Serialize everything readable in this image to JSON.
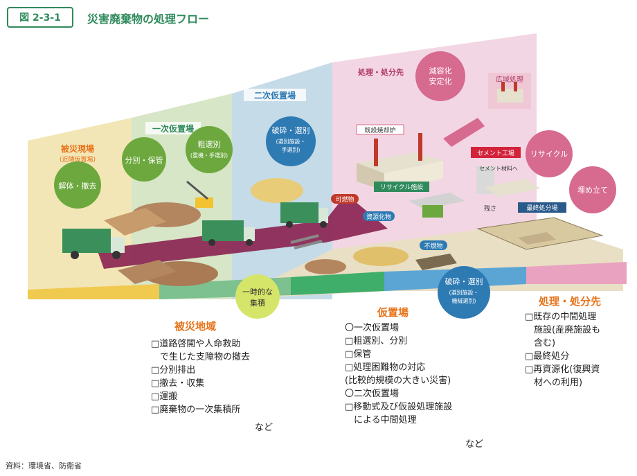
{
  "figure": {
    "badge": "図 2-3-1",
    "title": "災害廃棄物の処理フロー",
    "source": "資料：環境省、防衛省"
  },
  "panels": {
    "disaster_site": {
      "label": "被災現場",
      "sub": "(近隣仮置場)"
    },
    "primary_yard": {
      "label": "一次仮置場"
    },
    "secondary_yard": {
      "label": "二次仮置場"
    },
    "disposal_panel": {
      "label": "処理・処分先"
    }
  },
  "bubbles": {
    "demolition": "解体・撤去",
    "sorting_storage": "分別・保管",
    "rough_sort": "粗選別",
    "rough_sort_sub": "(重機・手選別)",
    "crush_sort": "破砕・選別",
    "crush_sort_sub1": "(選別施設・",
    "crush_sort_sub2": "手選別)",
    "temp_collection_1": "一時的な",
    "temp_collection_2": "集積",
    "reduce_stabilize_1": "減容化",
    "reduce_stabilize_2": "安定化",
    "recycle": "リサイクル",
    "landfill": "埋め立て",
    "crush_sort_bottom": "破砕・選別",
    "crush_sort_bottom_sub1": "(選別施設・",
    "crush_sort_bottom_sub2": "機械選別)"
  },
  "tags": {
    "existing_incinerator": "既設焼却炉",
    "regional_processing": "広域処理",
    "cement_plant": "セメント工場",
    "cement_material": "セメント材料へ",
    "recycle_facility": "リサイクル施設",
    "combustibles": "可燃物",
    "resources": "資源化物",
    "incombustibles": "不燃物",
    "residue": "残さ",
    "final_disposal": "最終処分場"
  },
  "sections": {
    "disaster_area": {
      "title": "被災地域",
      "items": [
        "□道路啓開や人命救助",
        "　で生じた支障物の撤去",
        "□分別排出",
        "□撤去・収集",
        "□運搬",
        "□廃棄物の一次集積所"
      ],
      "nado": "など"
    },
    "temp_yard": {
      "title": "仮置場",
      "items": [
        "〇一次仮置場",
        "□粗選別、分別",
        "□保管",
        "□処理困難物の対応",
        "(比較的規模の大きい災害)",
        "〇二次仮置場",
        "□移動式及び仮設処理施設",
        "　による中間処理"
      ],
      "nado": "など"
    },
    "disposal": {
      "title": "処理・処分先",
      "items": [
        "□既存の中間処理",
        "　施設(産廃施設も",
        "　含む)",
        "□最終処分",
        "□再資源化(復興資",
        "　材への利用)"
      ]
    }
  },
  "colors": {
    "green_accent": "#2f8a5c",
    "orange_title": "#e8731a",
    "panel_yellow": "#f3e6b6",
    "panel_lightgreen": "#d7e6c7",
    "panel_blue": "#c5dbe8",
    "panel_pink": "#f3d6e3",
    "bubble_green": "#6ca83d",
    "bubble_blue": "#2e7ab3",
    "bubble_pink": "#d76a8f",
    "arrow_purple": "#8a2150"
  }
}
